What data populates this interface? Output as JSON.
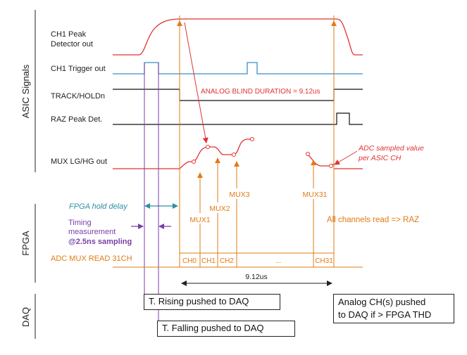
{
  "sections": {
    "asic": "ASIC Signals",
    "fpga": "FPGA",
    "daq": "DAQ"
  },
  "signals": {
    "ch1_peak_line1": "CH1 Peak",
    "ch1_peak_line2": "Detector out",
    "ch1_trigger": "CH1 Trigger out",
    "track_hold": "TRACK/HOLDn",
    "raz_peak": "RAZ Peak Det.",
    "mux_out": "MUX LG/HG out"
  },
  "annotations": {
    "analog_blind": "ANALOG BLIND DURATION = 9.12us",
    "adc_sampled_line1": "ADC sampled value",
    "adc_sampled_line2": "per ASIC CH",
    "mux1": "MUX1",
    "mux2": "MUX2",
    "mux3": "MUX3",
    "mux31": "MUX31",
    "all_channels": "All channels read => RAZ",
    "fpga_hold_delay": "FPGA hold delay",
    "timing_line1": "Timing",
    "timing_line2": "measurement",
    "timing_line3": "@2.5ns sampling",
    "adc_mux_read": "ADC MUX READ 31CH",
    "duration": "9.12us"
  },
  "channels": {
    "ch0": "CH0",
    "ch1": "CH1",
    "ch2": "CH2",
    "dots": "...",
    "ch31": "CH31"
  },
  "daq_boxes": {
    "t_rising": "T. Rising pushed to DAQ",
    "t_falling": "T. Falling pushed to DAQ",
    "analog_line1": "Analog CH(s) pushed",
    "analog_line2": "to DAQ if > FPGA THD"
  },
  "colors": {
    "red": "#e23232",
    "blue": "#3a8fc4",
    "black": "#111111",
    "orange": "#e07b16",
    "teal": "#2e8fa4",
    "purple": "#7a3fa8"
  }
}
